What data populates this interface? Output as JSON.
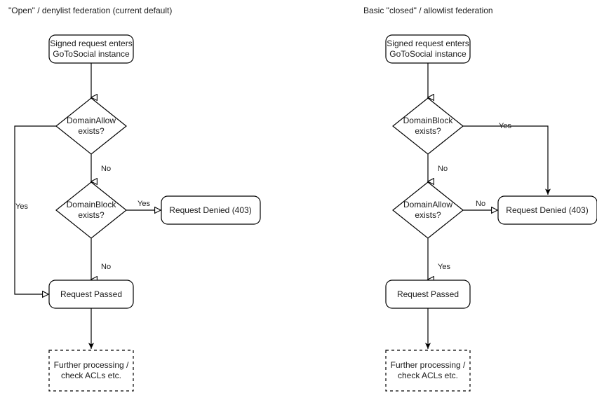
{
  "page": {
    "title_left": "\"Open\" / denylist federation (current default)",
    "title_right": "Basic \"closed\" / allowlist federation",
    "background_color": "#ffffff",
    "stroke_color": "#000000",
    "text_color": "#1a1a1a"
  },
  "left_flow": {
    "start": {
      "line1": "Signed request enters",
      "line2": "GoToSocial instance"
    },
    "decision1": {
      "line1": "DomainAllow",
      "line2": "exists?"
    },
    "decision2": {
      "line1": "DomainBlock",
      "line2": "exists?"
    },
    "denied": "Request Denied (403)",
    "passed": "Request Passed",
    "further": {
      "line1": "Further processing /",
      "line2": "check ACLs etc."
    },
    "labels": {
      "allow_yes": "Yes",
      "allow_no": "No",
      "block_yes": "Yes",
      "block_no": "No"
    }
  },
  "right_flow": {
    "start": {
      "line1": "Signed request enters",
      "line2": "GoToSocial instance"
    },
    "decision1": {
      "line1": "DomainBlock",
      "line2": "exists?"
    },
    "decision2": {
      "line1": "DomainAllow",
      "line2": "exists?"
    },
    "denied": "Request Denied (403)",
    "passed": "Request Passed",
    "further": {
      "line1": "Further processing /",
      "line2": "check ACLs etc."
    },
    "labels": {
      "block_yes": "Yes",
      "block_no": "No",
      "allow_no": "No",
      "allow_yes": "Yes"
    }
  }
}
